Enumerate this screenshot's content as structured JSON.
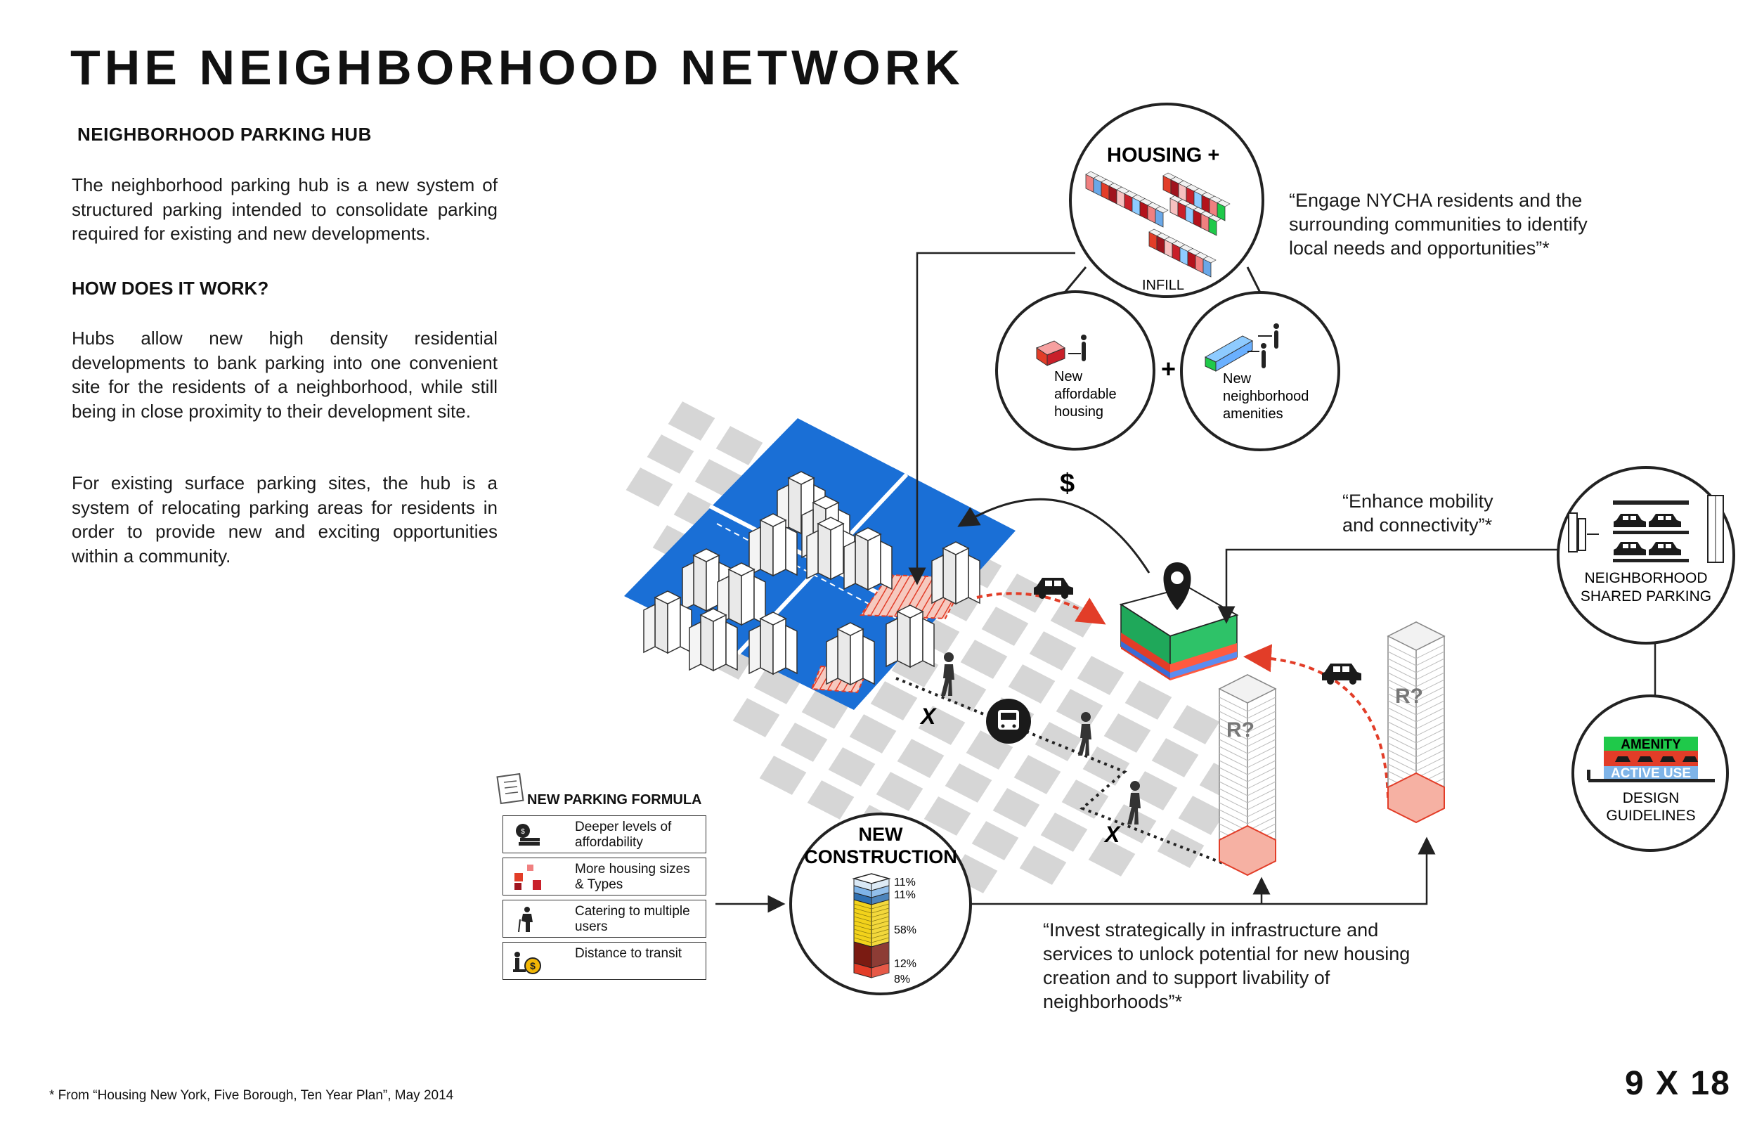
{
  "title": "THE NEIGHBORHOOD NETWORK",
  "section_parking_hub": "NEIGHBORHOOD PARKING HUB",
  "para_intro": "The neighborhood parking hub is a new system of structured parking intended to consolidate parking required for existing and new developments.",
  "section_how": "HOW DOES IT WORK?",
  "para_hubs": "Hubs allow new high density residential developments to bank parking into one convenient site for the residents of a neighborhood, while still being in close proximity to their development site.",
  "para_existing": "For existing surface parking sites, the hub is a system of relocating parking areas for residents in order to provide new and exciting opportunities within a community.",
  "housing": {
    "title": "HOUSING +",
    "infill": "INFILL",
    "affordable": [
      "New",
      "affordable",
      "housing"
    ],
    "amenities": [
      "New",
      "neighborhood",
      "amenities"
    ],
    "plus": "+"
  },
  "quote_engage": "“Engage NYCHA residents and the surrounding communities to identify local needs and opportunities”*",
  "quote_mobility": "“Enhance mobility and connectivity”*",
  "quote_invest": "“Invest strategically in infrastructure and services to unlock potential for new housing creation and to support livability of neighborhoods”*",
  "shared_parking": [
    "NEIGHBORHOOD",
    "SHARED PARKING"
  ],
  "design": {
    "amenity": "AMENITY",
    "active_use": "ACTIVE USE",
    "label": [
      "DESIGN",
      "GUIDELINES"
    ]
  },
  "map": {
    "dollar": "$",
    "x_mark": "X",
    "tower_label": "R?"
  },
  "formula": {
    "title": "NEW PARKING FORMULA",
    "items": [
      {
        "label": "Deeper levels of affordability",
        "icon": "affordability-icon"
      },
      {
        "label": "More housing sizes & Types",
        "icon": "housing-types-icon"
      },
      {
        "label": "Catering to multiple users",
        "icon": "multiple-users-icon"
      },
      {
        "label": "Distance to transit",
        "icon": "transit-distance-icon"
      }
    ]
  },
  "construction": {
    "title": [
      "NEW",
      "CONSTRUCTION"
    ],
    "pcts": [
      "11%",
      "11%",
      "58%",
      "12%",
      "8%"
    ]
  },
  "footnote": "* From “Housing New York, Five Borough, Ten Year Plan”, May 2014",
  "page_number": "9 X 18",
  "colors": {
    "nycha_blue": "#1a6fd6",
    "parking_red": "#e23d28",
    "grid_gray": "#d6d6d6",
    "amenity_green": "#1fc94a",
    "active_blue": "#7fb4e8"
  }
}
